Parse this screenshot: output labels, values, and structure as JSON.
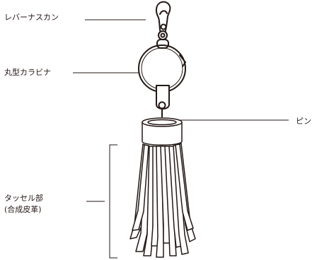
{
  "labels": {
    "lever_clasp": "レバーナスカン",
    "round_carabiner": "丸型カラビナ",
    "pin": "ピン",
    "tassel_line1": "タッセル部",
    "tassel_line2": "(合成皮革)"
  },
  "colors": {
    "line": "#231815",
    "fill": "#ffffff"
  }
}
